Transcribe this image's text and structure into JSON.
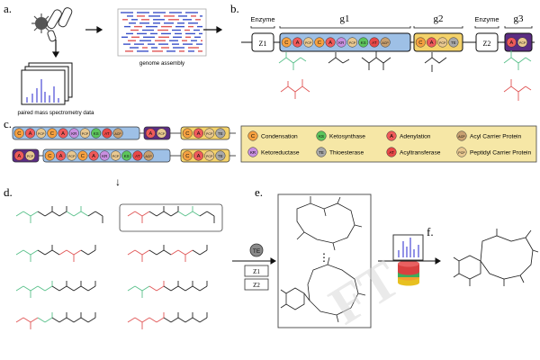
{
  "panel_labels": {
    "a": "a.",
    "b": "b.",
    "c": "c.",
    "d": "d.",
    "e": "e.",
    "f": "f."
  },
  "panel_a": {
    "spectrometry_caption": "paired mass spectrometry data",
    "assembly_caption": "genome assembly"
  },
  "panel_b": {
    "enzyme_left_label": "Enzyme",
    "enzyme_right_label": "Enzyme",
    "z1": "Z1",
    "z2": "Z2",
    "g1": "g1",
    "g2": "g2",
    "g3": "g3",
    "g1_domains": [
      "C",
      "A",
      "PCP",
      "C",
      "A",
      "KR",
      "PCP",
      "KS",
      "AT",
      "ACP"
    ],
    "g2_domains": [
      "C",
      "A",
      "PCP",
      "TE"
    ],
    "g3_domains": [
      "A",
      "PCP"
    ]
  },
  "panel_c": {
    "row1_a": [
      "C",
      "A",
      "PCP",
      "C",
      "A",
      "KR",
      "PCP",
      "KS",
      "AT",
      "ACP"
    ],
    "row1_b": [
      "A",
      "PCP"
    ],
    "row1_c": [
      "C",
      "A",
      "PCP",
      "TE"
    ],
    "row2_a": [
      "A",
      "PCP"
    ],
    "row2_b": [
      "C",
      "A",
      "PCP",
      "C",
      "A",
      "KR",
      "PCP",
      "KS",
      "AT",
      "ACP"
    ],
    "row2_c": [
      "C",
      "A",
      "PCP",
      "TE"
    ]
  },
  "legend": [
    {
      "code": "C",
      "label": "Condensation",
      "color": "#f5a040"
    },
    {
      "code": "KS",
      "label": "Ketosynthase",
      "color": "#5cc55c"
    },
    {
      "code": "A",
      "label": "Adenylation",
      "color": "#ef5a5a"
    },
    {
      "code": "ACP",
      "label": "Acyl Carrier Protein",
      "color": "#c8a070"
    },
    {
      "code": "KR",
      "label": "Ketoreductase",
      "color": "#c88fe0"
    },
    {
      "code": "TE",
      "label": "Thioesterase",
      "color": "#a8a8a8"
    },
    {
      "code": "AT",
      "label": "Acyltransferase",
      "color": "#e84848"
    },
    {
      "code": "PCP",
      "label": "Peptidyl Carrier Protein",
      "color": "#e8c890"
    }
  ],
  "panel_d": {
    "arrow_glyph": "↓"
  },
  "panel_e": {
    "te_label": "TE",
    "z1": "Z1",
    "z2": "Z2",
    "ellipsis": "⋮"
  },
  "watermark": "FT",
  "colors": {
    "green": "#58c08a",
    "red": "#e05555",
    "black": "#222222",
    "g1_box": "#9ec0e6",
    "g2_box": "#f4d26a",
    "g3_box": "#5b2c83",
    "legend_box": "#f6e7a6",
    "spectrum_blue": "#3a3ad0"
  }
}
